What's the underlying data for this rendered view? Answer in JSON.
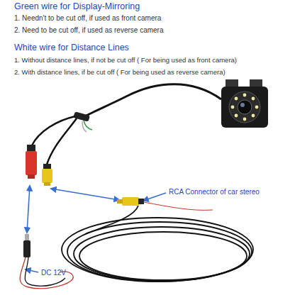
{
  "diagram": {
    "labels": [
      "Green wire for Display-Mirroring",
      "1. Needn't to be cut off, if used as front camera",
      "2. Need to be cut off, if used as reverse camera",
      "White wire for Distance Lines",
      "1. Without distance lines, if not be cut off ( For being used as front camera)",
      "2. With distance lines, if be cut off ( For being used as reverse camera)",
      "RCA Connector of car stereo",
      "DC 12V"
    ]
  }
}
